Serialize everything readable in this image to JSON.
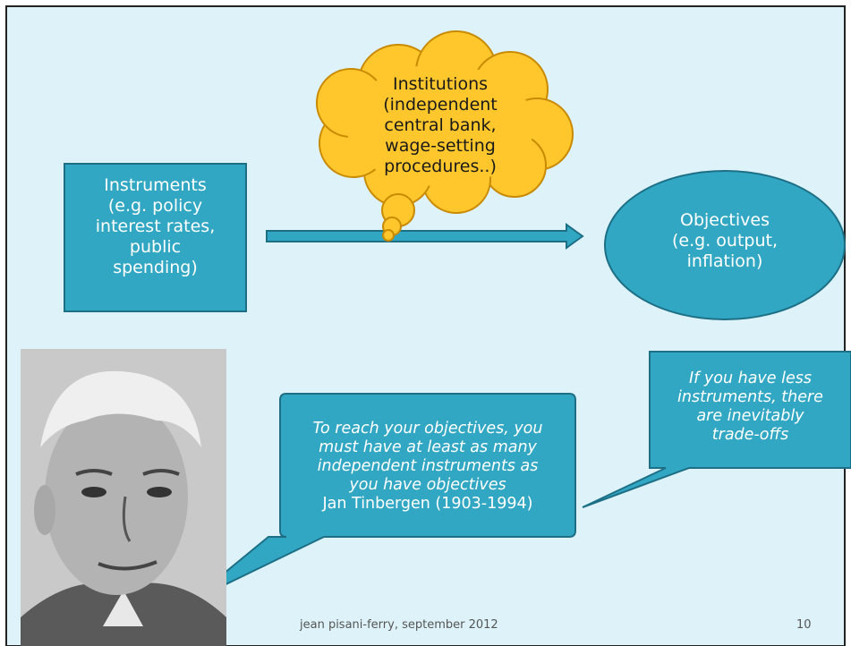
{
  "colors": {
    "background": "#ddf3f9",
    "shape_fill": "#31a7c4",
    "shape_border": "#1d6f86",
    "cloud_fill": "#ffc72c",
    "cloud_border": "#c98a00"
  },
  "instruments": {
    "line1": "Instruments",
    "line2": "(e.g. policy",
    "line3": "interest rates,",
    "line4": "public",
    "line5": "spending)"
  },
  "institutions": {
    "line1": "Institutions",
    "line2": "(independent",
    "line3": "central bank,",
    "line4": "wage-setting",
    "line5": "procedures..)"
  },
  "objectives": {
    "line1": "Objectives",
    "line2": "(e.g. output,",
    "line3": "inflation)"
  },
  "quote_tinbergen": {
    "line1": "To reach your objectives, you",
    "line2": "must have at least as many",
    "line3": "independent instruments as",
    "line4": "you have objectives",
    "attribution": "Jan Tinbergen (1903-1994)"
  },
  "quote_tradeoffs": {
    "line1": "If you have less",
    "line2": "instruments, there",
    "line3": "are inevitably",
    "line4": "trade-offs"
  },
  "footer": {
    "author_date": "jean pisani-ferry, september 2012",
    "page_number": "10"
  },
  "portrait": {
    "alt": "Jan Tinbergen portrait"
  }
}
